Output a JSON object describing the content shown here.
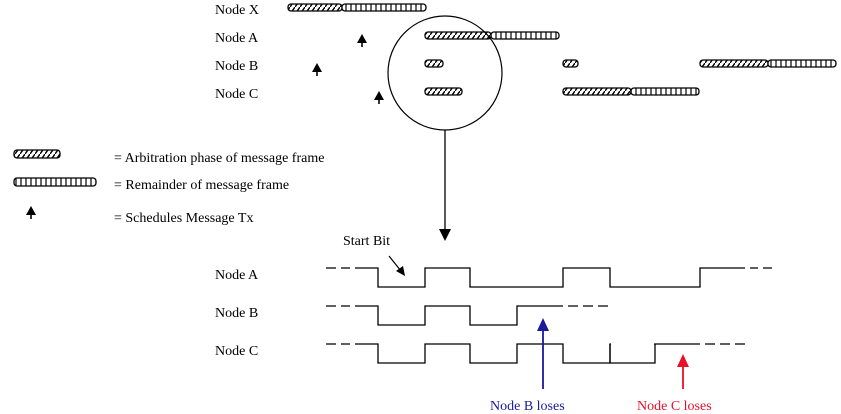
{
  "timeline": {
    "node_labels": [
      "Node X",
      "Node A",
      "Node B",
      "Node C"
    ]
  },
  "legend": {
    "arbitration_text": "= Arbitration phase of message frame",
    "remainder_text": "= Remainder of message frame",
    "schedule_text": "= Schedules Message Tx"
  },
  "waveform": {
    "start_bit_label": "Start Bit",
    "node_labels": [
      "Node A",
      "Node B",
      "Node C"
    ]
  },
  "annotations": {
    "node_b_loses": "Node B loses",
    "node_c_loses": "Node C loses",
    "node_b_color": "#1a1a9a",
    "node_c_color": "#e8102a"
  }
}
